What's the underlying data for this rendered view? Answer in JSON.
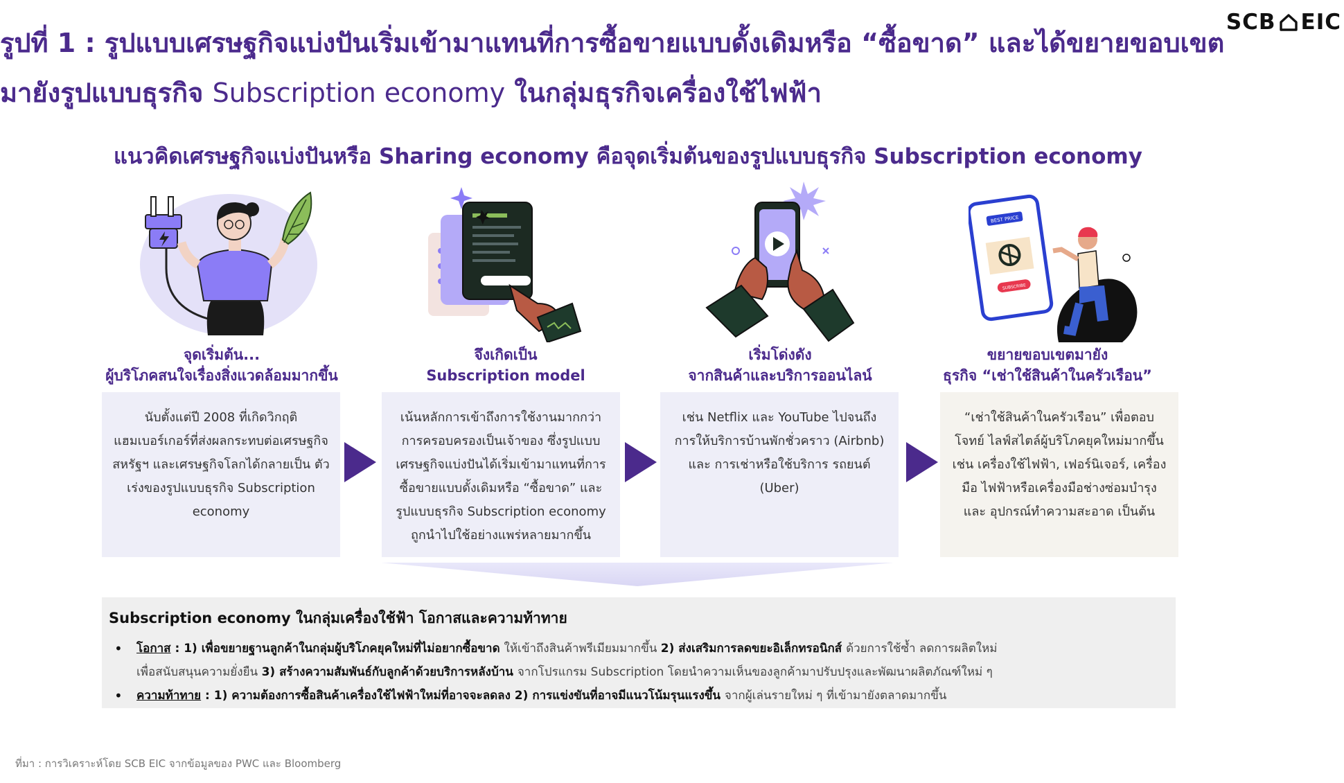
{
  "logo": {
    "left": "SCB",
    "right": "EIC"
  },
  "headline": {
    "line1": "รูปที่ 1 : รูปแบบเศรษฐกิจแบ่งปันเริ่มเข้ามาแทนที่การซื้อขายแบบดั้งเดิมหรือ “ซื้อขาด” และได้ขยายขอบเขต",
    "line2_a": "มายังรูปแบบธุรกิจ ",
    "line2_en": "Subscription economy",
    "line2_b": " ในกลุ่มธุรกิจเครื่องใช้ไฟฟ้า"
  },
  "subheading": "แนวคิดเศรษฐกิจแบ่งปันหรือ Sharing economy คือจุดเริ่มต้นของรูปแบบธุรกิจ Subscription economy",
  "stages": [
    {
      "title_line1": "จุดเริ่มต้น...",
      "title_line2": "ผู้บริโภคสนใจเรื่องสิ่งแวดล้อมมากขึ้น",
      "body": "นับตั้งแต่ปี 2008 ที่เกิดวิกฤติ แฮมเบอร์เกอร์ที่ส่งผลกระทบต่อเศรษฐกิจ สหรัฐฯ และเศรษฐกิจโลกได้กลายเป็น ตัวเร่งของรูปแบบธุรกิจ Subscription economy"
    },
    {
      "title_line1": "จึงเกิดเป็น",
      "title_line2": "Subscription model",
      "body": "เน้นหลักการเข้าถึงการใช้งานมากกว่า การครอบครองเป็นเจ้าของ ซึ่งรูปแบบ เศรษฐกิจแบ่งปันได้เริ่มเข้ามาแทนที่การ ซื้อขายแบบดั้งเดิมหรือ “ซื้อขาด” และ รูปแบบธุรกิจ Subscription economy ถูกนำไปใช้อย่างแพร่หลายมากขึ้น"
    },
    {
      "title_line1": "เริ่มโด่งดัง",
      "title_line2": "จากสินค้าและบริการออนไลน์",
      "body": "เช่น Netflix และ YouTube ไปจนถึง การให้บริการบ้านพักชั่วคราว (Airbnb) และ การเช่าหรือใช้บริการ รถยนต์ (Uber)"
    },
    {
      "title_line1": "ขยายขอบเขตมายัง",
      "title_line2": "ธุรกิจ “เช่าใช้สินค้าในครัวเรือน”",
      "body": "“เช่าใช้สินค้าในครัวเรือน” เพื่อตอบโจทย์ ไลฟ์สไตล์ผู้บริโภคยุคใหม่มากขึ้น เช่น เครื่องใช้ไฟฟ้า, เฟอร์นิเจอร์, เครื่องมือ ไฟฟ้าหรือเครื่องมือช่างซ่อมบำรุง และ อุปกรณ์ทำความสะอาด เป็นต้น"
    }
  ],
  "illustrations": {
    "phone_badge": "BEST PRICE",
    "phone_button": "SUBSCRIBE"
  },
  "panel": {
    "title": "Subscription economy ในกลุ่มเครื่องใช้ฟ้า โอกาสและความท้าทาย",
    "bullet": "•",
    "opportunity_label": "โอกาส",
    "opportunity_p1": " : 1) เพื่อขยายฐานลูกค้าในกลุ่มผู้บริโภคยุคใหม่ที่ไม่อยากซื้อขาด ",
    "opportunity_p2": "ให้เข้าถึงสินค้าพรีเมียมมากขึ้น ",
    "opportunity_p3": "2) ส่งเสริมการลดขยะอิเล็กทรอนิกส์ ",
    "opportunity_p4": "ด้วยการใช้ซ้ำ ลดการผลิตใหม่",
    "opportunity_p5": "เพื่อสนับสนุนความยั่งยืน ",
    "opportunity_p6": "3) สร้างความสัมพันธ์กับลูกค้าด้วยบริการหลังบ้าน ",
    "opportunity_p7": "จากโปรแกรม Subscription โดยนำความเห็นของลูกค้ามาปรับปรุงและพัฒนาผลิตภัณฑ์ใหม่ ๆ",
    "challenge_label": "ความท้าทาย",
    "challenge_p1": " : 1) ความต้องการซื้อสินค้าเครื่องใช้ไฟฟ้าใหม่ที่อาจจะลดลง 2) การแข่งขันที่อาจมีแนวโน้มรุนแรงขึ้น ",
    "challenge_p2": "จากผู้เล่นรายใหม่ ๆ ที่เข้ามายังตลาดมากขึ้น"
  },
  "source": "ที่มา : การวิเคราะห์โดย SCB EIC จากข้อมูลของ PWC และ Bloomberg",
  "colors": {
    "primary": "#4b2a8c",
    "accent_purple": "#8b7cf6",
    "box_tint": "#eeeef8",
    "panel_gray": "#efefef",
    "skin": "#b85a44",
    "sleeve": "#1e3a2c"
  }
}
